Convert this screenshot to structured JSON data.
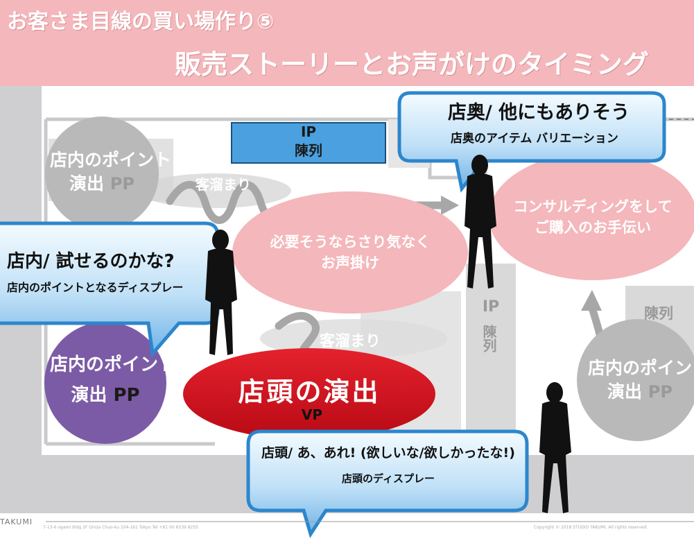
{
  "header": {
    "title_line1": "お客さま目線の買い場作り⑤",
    "title_line2": "販売ストーリーとお声がけのタイミング"
  },
  "floor": {
    "ip_block": {
      "line1": "IP",
      "line2": "陳列"
    },
    "ip_vertical": {
      "top": "IP",
      "vertical": "陳列"
    },
    "right_display": "陳列",
    "customer_pool_top": "客溜まり",
    "customer_pool_bottom": "客溜まり",
    "point_top_left": {
      "line1": "店内のポイント",
      "line2": "演出",
      "pp": "PP"
    },
    "point_purple": {
      "line1": "店内のポイント",
      "line2": "演出",
      "pp": "PP"
    },
    "point_right": {
      "line1": "店内のポイント",
      "line2": "演出",
      "pp": "PP"
    },
    "pink_center": {
      "line1": "必要そうならさり気なく",
      "line2": "お声掛け"
    },
    "pink_right": {
      "line1": "コンサルディングをして",
      "line2": "ご購入のお手伝い"
    },
    "storefront": {
      "main": "店頭の演出",
      "vp": "VP"
    }
  },
  "bubbles": {
    "top_right": {
      "title": "店奥/ 他にもありそう",
      "subtitle": "店奥のアイテム バリエーション"
    },
    "left": {
      "title": "店内/ 試せるのかな?",
      "subtitle": "店内のポイントとなるディスプレー"
    },
    "bottom": {
      "title": "店頭/ あ、あれ! (欲しいな/欲しかったな!)",
      "subtitle": "店頭のディスプレー"
    }
  },
  "footer": {
    "company": "TAKUMI",
    "address": "7-13-6 ogami bldg 2F Ginza Chuo-ku 104-161 Tokyo  Tel +81 00 6539 8255",
    "copyright": "Copyright © 2018 STUDIO TAKUMI. All rights reserved."
  },
  "colors": {
    "header_bg": "#f4b7bb",
    "pink_ellipse": "#f4b7bb",
    "purple_circle": "#7c5ba6",
    "red_ellipse": "#d7111f",
    "ip_block": "#4ba1e0",
    "bubble_blue": "#7ec0ec",
    "gray_circle": "#b9b9b9"
  }
}
